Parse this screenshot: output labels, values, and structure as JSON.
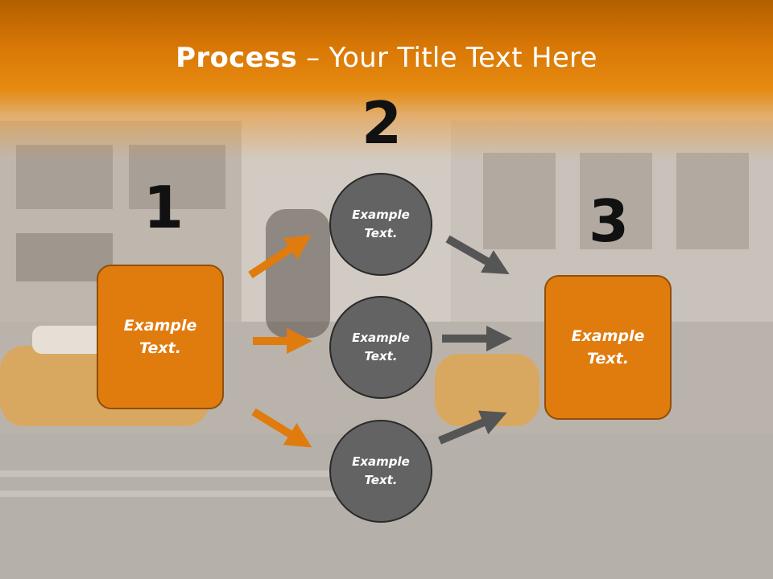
{
  "title": {
    "bold": "Process",
    "rest": " – Your Title Text Here"
  },
  "numbers": [
    "1",
    "2",
    "3"
  ],
  "left_box": {
    "line1": "Example",
    "line2": "Text."
  },
  "right_box": {
    "line1": "Example",
    "line2": "Text."
  },
  "circles": [
    {
      "line1": "Example",
      "line2": "Text."
    },
    {
      "line1": "Example",
      "line2": "Text."
    },
    {
      "line1": "Example",
      "line2": "Text."
    }
  ],
  "colors": {
    "accent": "#e07b0e",
    "circle": "#636363",
    "gray_arrow": "#555555"
  }
}
